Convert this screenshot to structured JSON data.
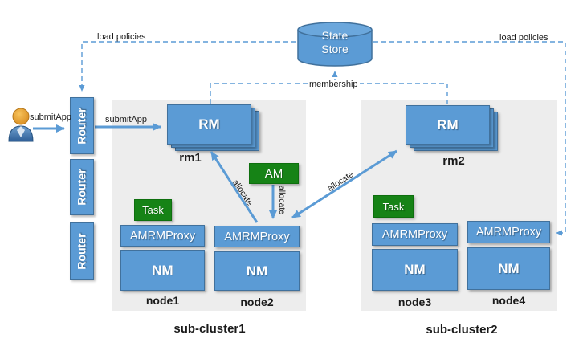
{
  "state_store": {
    "line1": "State",
    "line2": "Store"
  },
  "labels": {
    "load_policies_left": "load policies",
    "load_policies_right": "load policies",
    "membership": "membership",
    "submit_app_user": "submitApp",
    "submit_app_router": "submitApp",
    "allocate_to_rm1": "allocate",
    "allocate_from_am": "allocate",
    "allocate_to_rm2": "allocate"
  },
  "routers": [
    "Router",
    "Router",
    "Router"
  ],
  "clusters": [
    {
      "label": "sub-cluster1",
      "rm_label": "RM",
      "rm_name": "rm1",
      "am_label": "AM",
      "task_label": "Task",
      "nodes": [
        {
          "label": "node1",
          "proxy_label": "AMRMProxy",
          "nm_label": "NM"
        },
        {
          "label": "node2",
          "proxy_label": "AMRMProxy",
          "nm_label": "NM"
        }
      ]
    },
    {
      "label": "sub-cluster2",
      "rm_label": "RM",
      "rm_name": "rm2",
      "task_label": "Task",
      "nodes": [
        {
          "label": "node3",
          "proxy_label": "AMRMProxy",
          "nm_label": "NM"
        },
        {
          "label": "node4",
          "proxy_label": "AMRMProxy",
          "nm_label": "NM"
        }
      ]
    }
  ],
  "colors": {
    "box_blue": "#5b9bd5",
    "box_border": "#41719c",
    "green": "#168316",
    "green_border": "#0e6f0e",
    "arrow_blue": "#5b9bd5",
    "cluster_gray": "#ededed"
  }
}
